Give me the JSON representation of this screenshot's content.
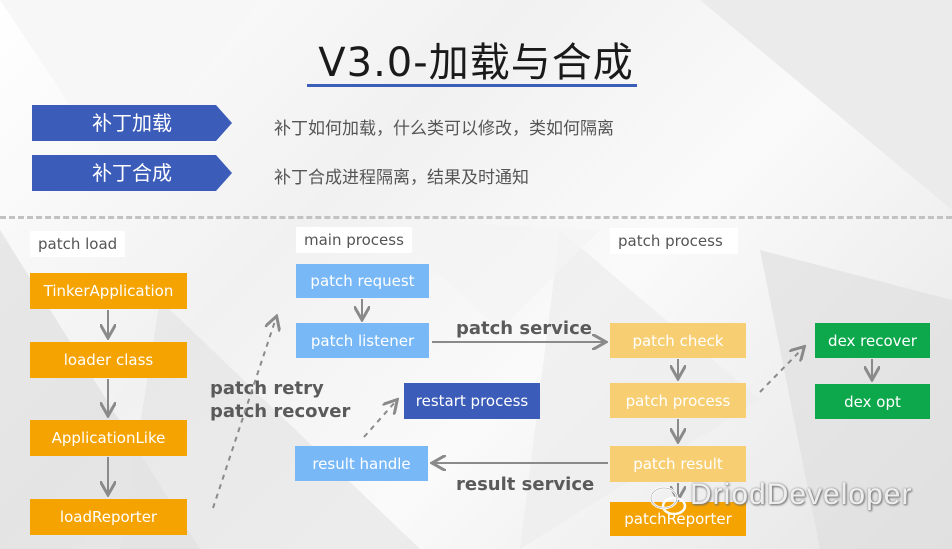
{
  "title": "V3.0-加载与合成",
  "header_items": [
    {
      "label": "补丁加载",
      "desc": "补丁如何加载，什么类可以修改，类如何隔离"
    },
    {
      "label": "补丁合成",
      "desc": "补丁合成进程隔离，结果及时通知"
    }
  ],
  "sections": {
    "patch_load": "patch load",
    "main_process": "main process",
    "patch_process": "patch process"
  },
  "load_boxes": [
    "TinkerApplication",
    "loader class",
    "ApplicationLike",
    "loadReporter"
  ],
  "main_boxes": {
    "patch_request": "patch request",
    "patch_listener": "patch listener",
    "restart_process": "restart process",
    "result_handle": "result handle"
  },
  "patch_boxes": {
    "patch_check": "patch check",
    "patch_process": "patch process",
    "patch_result": "patch result",
    "patch_reporter": "patchReporter"
  },
  "dex_boxes": {
    "dex_recover": "dex recover",
    "dex_opt": "dex opt"
  },
  "edge_labels": {
    "patch_service": "patch service",
    "result_service": "result service",
    "patch_retry": "patch retry",
    "patch_recover": "patch recover"
  },
  "watermark": "DriodDeveloper",
  "colors": {
    "header_blue": "#3b5cb8",
    "orange": "#f5a300",
    "light_blue": "#79b8f7",
    "pale_orange": "#f7cf72",
    "green": "#0da84b"
  }
}
